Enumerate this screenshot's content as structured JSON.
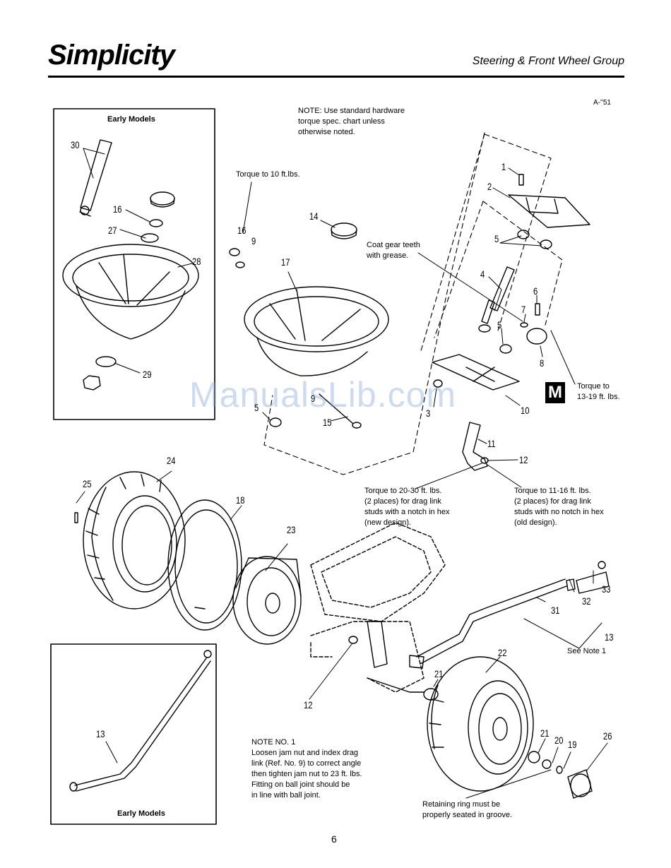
{
  "header": {
    "brand": "Simplicity",
    "section_title": "Steering & Front Wheel Group",
    "drawing_code": "A-''51"
  },
  "notes": {
    "hardware": "NOTE: Use standard hardware\ntorque spec. chart unless\notherwise noted.",
    "torque_10": "Torque to 10 ft.lbs.",
    "grease": "Coat gear teeth\nwith grease.",
    "torque_13_19": "Torque to\n13-19 ft. lbs.",
    "torque_20_30": "Torque to 20-30 ft. lbs.\n(2 places) for drag link\nstuds with a notch in hex\n(new design).",
    "torque_11_16": "Torque to 11-16 ft. lbs.\n(2 places) for drag link\nstuds with no notch in hex\n(old design).",
    "note1_ref": "See Note 1",
    "note1": "NOTE NO. 1\nLoosen jam nut and index drag\nlink (Ref. No. 9) to correct angle\nthen tighten jam nut to 23 ft. lbs.\nFitting on ball joint should be\nin line with ball joint.",
    "retaining_ring": "Retaining ring must be\nproperly seated in groove."
  },
  "insets": {
    "top_label": "Early Models",
    "bottom_label": "Early Models"
  },
  "badge": "M",
  "watermark": "ManualsLib.com",
  "page_number": "6",
  "callouts": {
    "c30": "30",
    "c16a": "16",
    "c27": "27",
    "c28": "28",
    "c29": "29",
    "c16b": "16",
    "c9a": "9",
    "c14": "14",
    "c17": "17",
    "c5a": "5",
    "c9b": "9",
    "c15": "15",
    "c1": "1",
    "c2": "2",
    "c5b": "5",
    "c4": "4",
    "c6": "6",
    "c7": "7",
    "c5c": "5",
    "c8": "8",
    "c3": "3",
    "c10": "10",
    "c11": "11",
    "c12a": "12",
    "c24": "24",
    "c25": "25",
    "c18": "18",
    "c23": "23",
    "c33": "33",
    "c32": "32",
    "c31": "31",
    "c13a": "13",
    "c12b": "12",
    "c22": "22",
    "c21a": "21",
    "c21b": "21",
    "c20": "20",
    "c19": "19",
    "c26": "26",
    "c13b": "13"
  }
}
